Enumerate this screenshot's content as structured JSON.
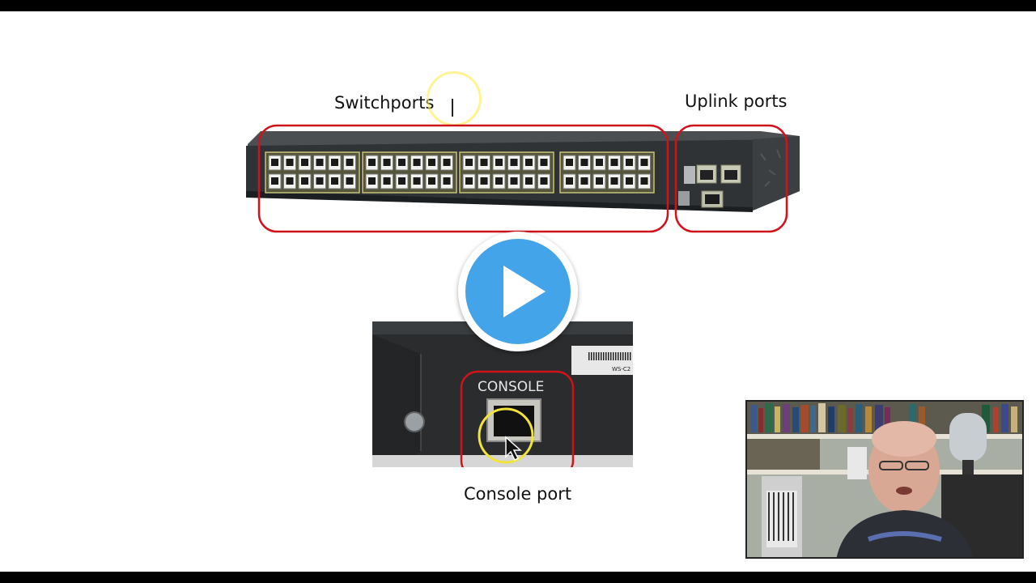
{
  "slide": {
    "switchports_label": "Switchports",
    "uplink_label": "Uplink ports",
    "console_port_label": "Console port",
    "console_panel_text": "CONSOLE",
    "console_sticker_text": "WS-C2"
  },
  "player": {
    "play_icon": "play-icon"
  },
  "colors": {
    "callout_red": "#d0121b",
    "play_blue": "#44a4ea",
    "highlight_yellow": "#f2e33a"
  }
}
